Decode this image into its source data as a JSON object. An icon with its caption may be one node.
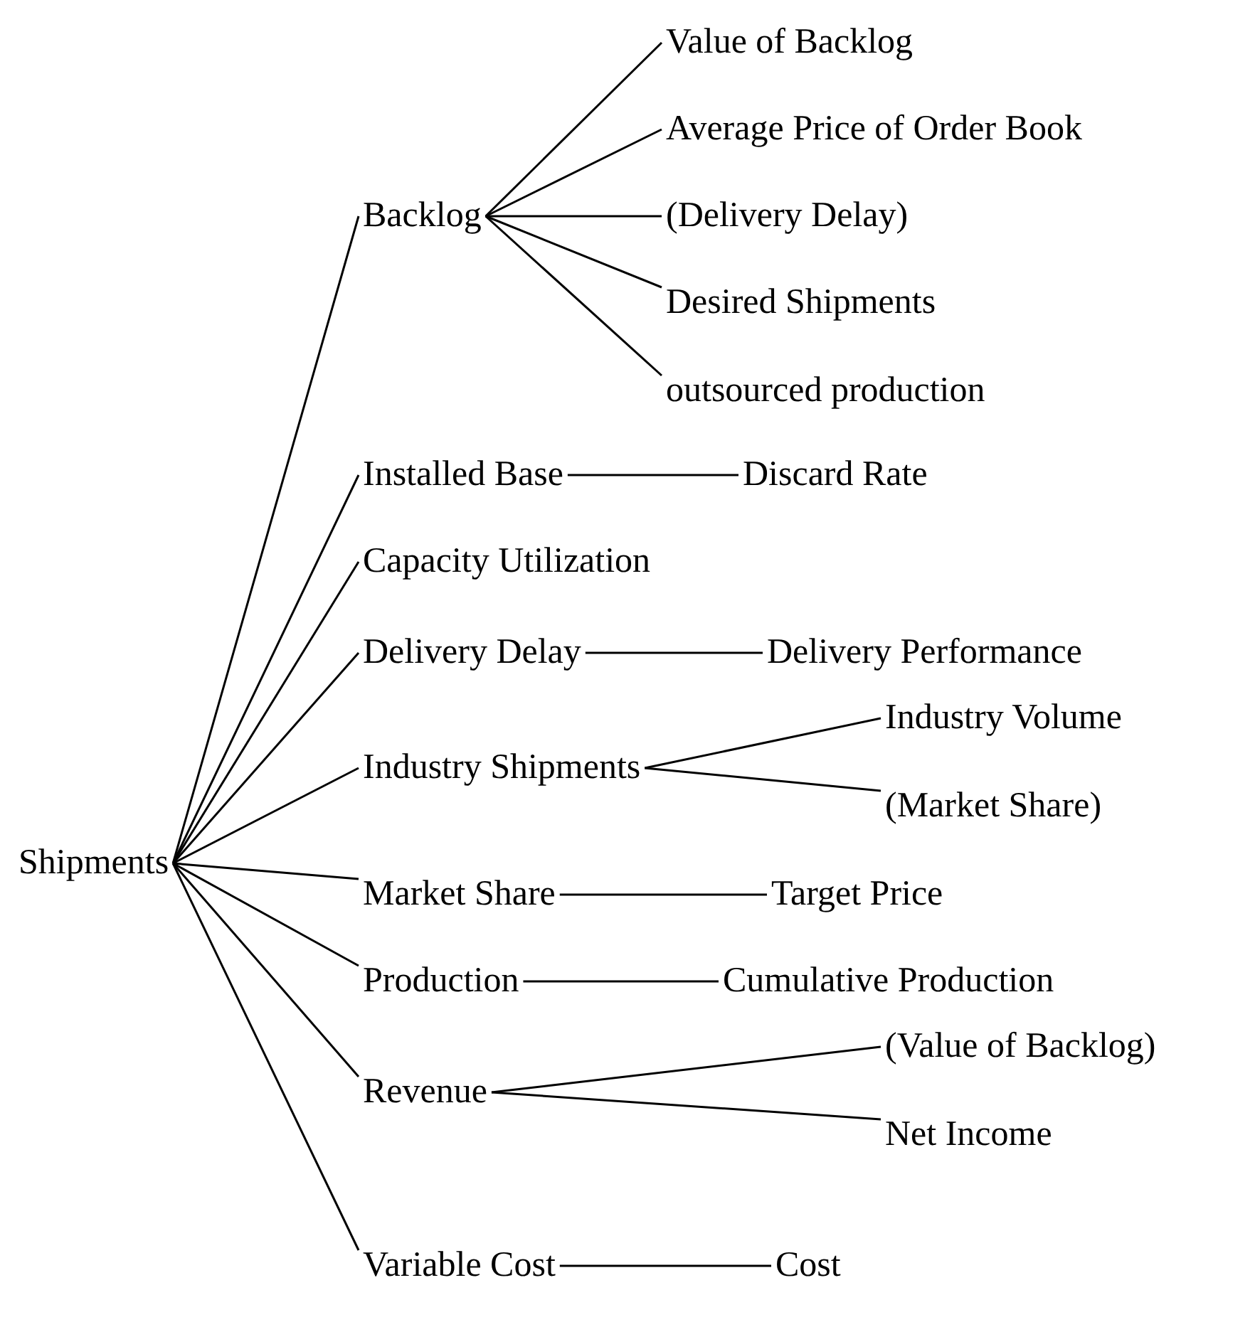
{
  "diagram": {
    "nodes": [
      {
        "text": [
          "Shipments"
        ]
      },
      {
        "text": [
          "Backlog"
        ]
      },
      {
        "text": [
          "Value of Backlog"
        ]
      },
      {
        "text": [
          "Average Price of Order Book"
        ]
      },
      {
        "text": [
          "(Delivery Delay)"
        ]
      },
      {
        "text": [
          "Desired Shipments"
        ]
      },
      {
        "text": [
          "outsourced production"
        ]
      },
      {
        "text": [
          "Installed Base"
        ]
      },
      {
        "text": [
          "Discard Rate"
        ]
      },
      {
        "text": [
          "Capacity Utilization"
        ]
      },
      {
        "text": [
          "Delivery Delay"
        ]
      },
      {
        "text": [
          "Delivery Performance"
        ]
      },
      {
        "text": [
          "Industry Shipments"
        ]
      },
      {
        "text": [
          "Industry Volume"
        ]
      },
      {
        "text": [
          "(Market Share)"
        ]
      },
      {
        "text": [
          "Market Share"
        ]
      },
      {
        "text": [
          "Target Price"
        ]
      },
      {
        "text": [
          "Production"
        ]
      },
      {
        "text": [
          "Cumulative Production"
        ]
      },
      {
        "text": [
          "Revenue"
        ]
      },
      {
        "text": [
          "(Value of Backlog)"
        ]
      },
      {
        "text": [
          "Net Income"
        ]
      },
      {
        "text": [
          "Variable Cost"
        ]
      },
      {
        "text": [
          "Cost"
        ]
      }
    ],
    "edges": [
      {
        "from": 0,
        "to": 1,
        "arrow": "none"
      },
      {
        "from": 0,
        "to": 7,
        "arrow": "none"
      },
      {
        "from": 0,
        "to": 9,
        "arrow": "none"
      },
      {
        "from": 0,
        "to": 10,
        "arrow": "none"
      },
      {
        "from": 0,
        "to": 12,
        "arrow": "none"
      },
      {
        "from": 0,
        "to": 15,
        "arrow": "none"
      },
      {
        "from": 0,
        "to": 17,
        "arrow": "none"
      },
      {
        "from": 0,
        "to": 19,
        "arrow": "none"
      },
      {
        "from": 0,
        "to": 22,
        "arrow": "none"
      },
      {
        "from": 1,
        "to": 2,
        "arrow": "none"
      },
      {
        "from": 1,
        "to": 3,
        "arrow": "none"
      },
      {
        "from": 1,
        "to": 4,
        "arrow": "none"
      },
      {
        "from": 1,
        "to": 5,
        "arrow": "none"
      },
      {
        "from": 1,
        "to": 6,
        "arrow": "none"
      },
      {
        "from": 7,
        "to": 8,
        "arrow": "none"
      },
      {
        "from": 10,
        "to": 11,
        "arrow": "none"
      },
      {
        "from": 12,
        "to": 13,
        "arrow": "none"
      },
      {
        "from": 12,
        "to": 14,
        "arrow": "none"
      },
      {
        "from": 15,
        "to": 16,
        "arrow": "none"
      },
      {
        "from": 17,
        "to": 18,
        "arrow": "none"
      },
      {
        "from": 19,
        "to": 20,
        "arrow": "none"
      },
      {
        "from": 19,
        "to": 21,
        "arrow": "none"
      },
      {
        "from": 22,
        "to": 23,
        "arrow": "none"
      }
    ]
  }
}
